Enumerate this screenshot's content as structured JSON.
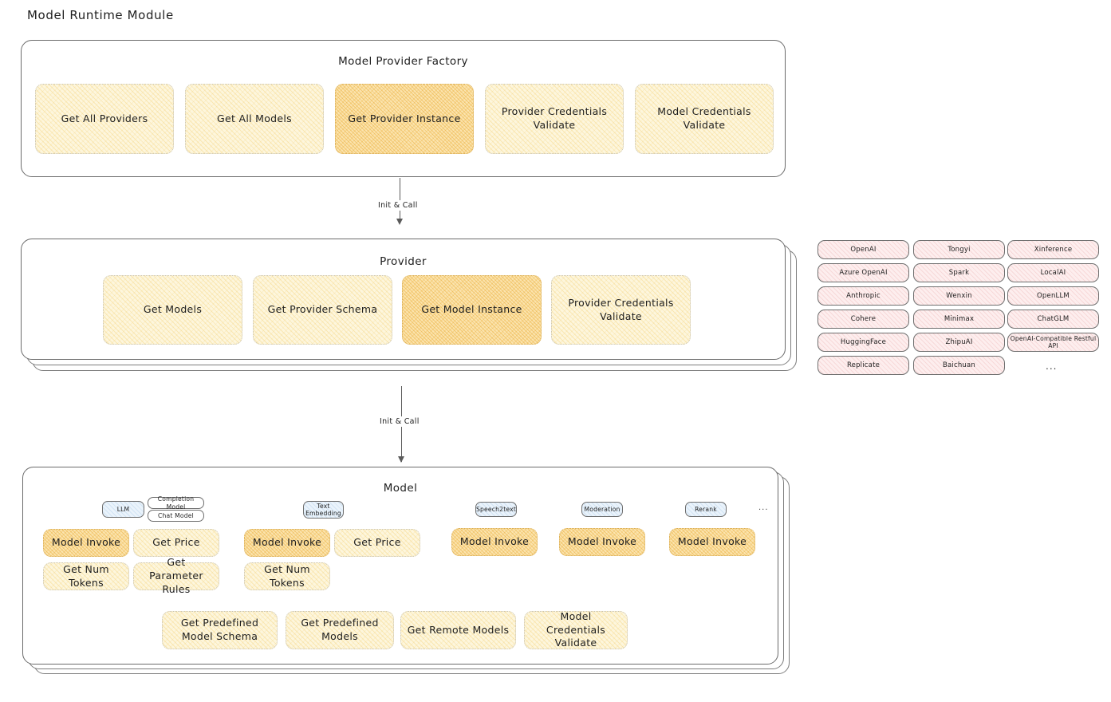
{
  "page_title": "Model Runtime Module",
  "colors": {
    "box_fill": "#fdf6dd",
    "box_fill_highlight": "#fbe4ae",
    "chip_fill": "#fdeeee",
    "badge_fill": "#eaf3fb",
    "stroke": "#6b6b6b",
    "text": "#1e1e1e"
  },
  "factory": {
    "title": "Model Provider Factory",
    "methods": [
      {
        "label": "Get All Providers",
        "highlight": false
      },
      {
        "label": "Get All Models",
        "highlight": false
      },
      {
        "label": "Get Provider Instance",
        "highlight": true
      },
      {
        "label": "Provider Credentials Validate",
        "highlight": false
      },
      {
        "label": "Model Credentials Validate",
        "highlight": false
      }
    ]
  },
  "arrows": [
    {
      "label": "Init & Call"
    },
    {
      "label": "Init & Call"
    }
  ],
  "provider": {
    "title": "Provider",
    "methods": [
      {
        "label": "Get Models",
        "highlight": false
      },
      {
        "label": "Get Provider Schema",
        "highlight": false
      },
      {
        "label": "Get Model Instance",
        "highlight": true
      },
      {
        "label": "Provider Credentials Validate",
        "highlight": false
      }
    ]
  },
  "provider_list": {
    "columns": [
      [
        "OpenAI",
        "Azure OpenAI",
        "Anthropic",
        "Cohere",
        "HuggingFace",
        "Replicate"
      ],
      [
        "Tongyi",
        "Spark",
        "Wenxin",
        "Minimax",
        "ZhipuAI",
        "Baichuan"
      ],
      [
        "Xinference",
        "LocalAI",
        "OpenLLM",
        "ChatGLM",
        "OpenAI-Compatible Restful API"
      ]
    ],
    "more": "..."
  },
  "model": {
    "title": "Model",
    "more": "...",
    "types": [
      {
        "badge": "LLM",
        "sub_badges": [
          "Completion Model",
          "Chat Model"
        ],
        "methods": [
          {
            "label": "Model Invoke",
            "highlight": true
          },
          {
            "label": "Get Price",
            "highlight": false
          },
          {
            "label": "Get Num Tokens",
            "highlight": false
          },
          {
            "label": "Get Parameter Rules",
            "highlight": false
          }
        ]
      },
      {
        "badge": "Text Embedding",
        "sub_badges": [],
        "methods": [
          {
            "label": "Model Invoke",
            "highlight": true
          },
          {
            "label": "Get Price",
            "highlight": false
          },
          {
            "label": "Get Num Tokens",
            "highlight": false
          }
        ]
      },
      {
        "badge": "Speech2text",
        "sub_badges": [],
        "methods": [
          {
            "label": "Model Invoke",
            "highlight": true
          }
        ]
      },
      {
        "badge": "Moderation",
        "sub_badges": [],
        "methods": [
          {
            "label": "Model Invoke",
            "highlight": true
          }
        ]
      },
      {
        "badge": "Rerank",
        "sub_badges": [],
        "methods": [
          {
            "label": "Model Invoke",
            "highlight": true
          }
        ]
      }
    ],
    "shared_methods": [
      {
        "label": "Get Predefined Model Schema"
      },
      {
        "label": "Get Predefined Models"
      },
      {
        "label": "Get Remote Models"
      },
      {
        "label": "Model Credentials Validate"
      }
    ]
  }
}
